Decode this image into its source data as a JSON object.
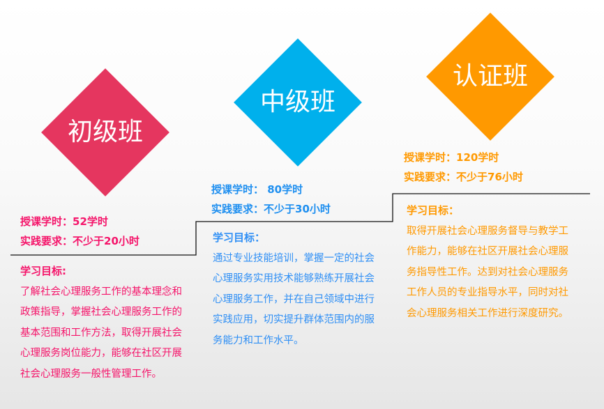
{
  "colors": {
    "beginner": "#e5365f",
    "intermediate": "#00b0ec",
    "certified": "#ff9900",
    "beginner_text": "#f5146a",
    "intermediate_text": "#1e8ff0",
    "certified_text": "#ff9900"
  },
  "levels": [
    {
      "title": "初级班",
      "hours": "授课学时：52学时",
      "practice": "实践要求：不少于20小时",
      "goal_heading": "学习目标:",
      "goal_text": "了解社会心理服务工作的基本理念和政策指导，掌握社会心理服务工作的基本范围和工作方法，取得开展社会心理服务岗位能力，能够在社区开展社会心理服务一般性管理工作。"
    },
    {
      "title": "中级班",
      "hours": "授课学时： 80学时",
      "practice": "实践要求：不少于30小时",
      "goal_heading": "学习目标：",
      "goal_text": "通过专业技能培训，掌握一定的社会心理服务实用技术能够熟练开展社会心理服务工作，并在自己领域中进行实践应用，切实提升群体范围内的服务能力和工作水平。"
    },
    {
      "title": "认证班",
      "hours": "授课学时：120学时",
      "practice": "实践要求：不少于76小时",
      "goal_heading": "学习目标：",
      "goal_text": "取得开展社会心理服务督导与教学工作能力，能够在社区开展社会心理服务指导性工作。达到对社会心理服务工作人员的专业指导水平，同时对社会心理服务相关工作进行深度研究。"
    }
  ]
}
